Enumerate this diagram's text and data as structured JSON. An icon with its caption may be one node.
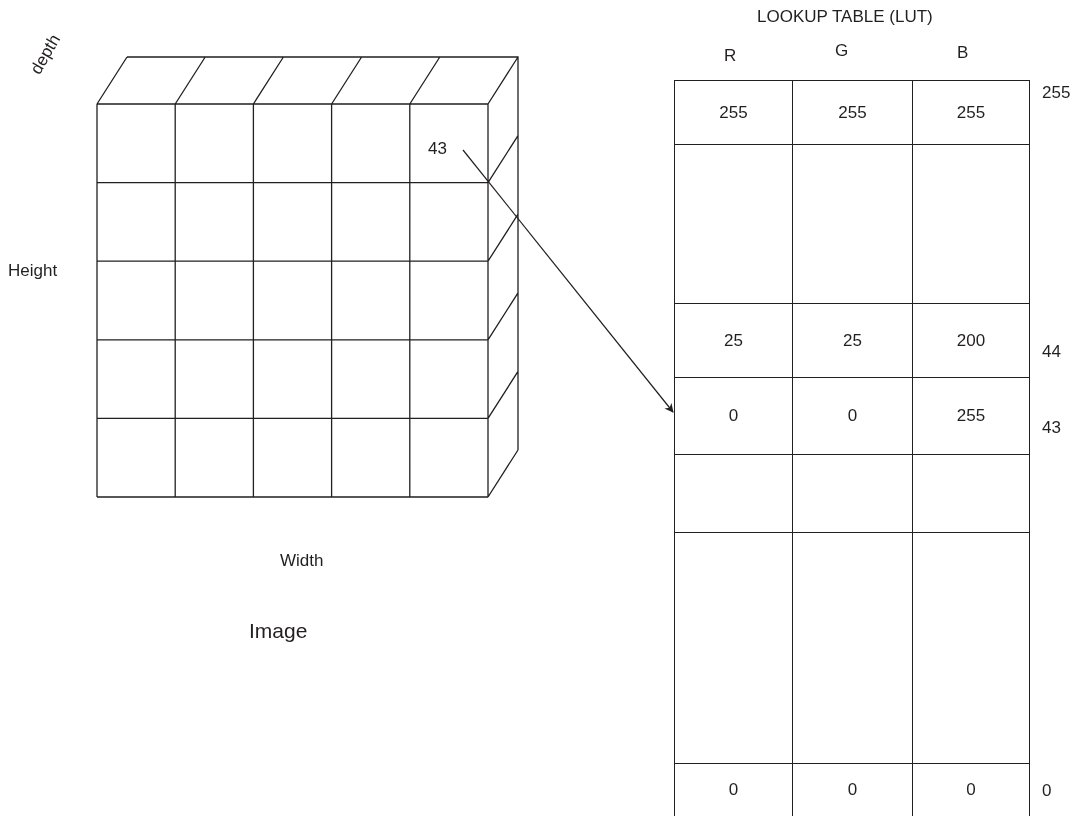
{
  "diagram": {
    "nodes": [
      {
        "text": [
          "43"
        ]
      },
      {
        "text": [],
        "shape": "box"
      }
    ],
    "edges": [
      {
        "from": 0,
        "to": 1,
        "arrow": "to"
      }
    ],
    "labels": [
      "depth",
      "Height",
      "Width",
      "Image",
      "LOOKUP TABLE (LUT)",
      "R",
      "G",
      "B",
      "255",
      "255",
      "255",
      "255",
      "25",
      "25",
      "200",
      "44",
      "0",
      "0",
      "255",
      "43",
      "0",
      "0",
      "0",
      "0"
    ]
  }
}
